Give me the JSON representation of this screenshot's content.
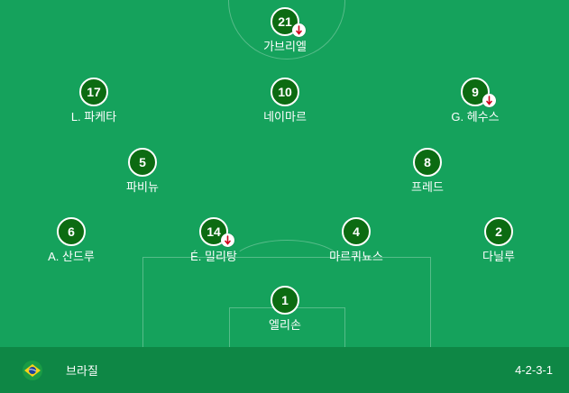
{
  "team": {
    "name": "브라질",
    "formation": "4-2-3-1",
    "flag_icon": "brazil-flag-icon"
  },
  "colors": {
    "pitch": "#15a25c",
    "footer": "#0e8745",
    "badge": "#0c6b12",
    "substitution_arrow": "#d0021b"
  },
  "players": [
    {
      "number": "21",
      "name": "가브리엘",
      "substituted": true
    },
    {
      "number": "17",
      "name": "L. 파케타",
      "substituted": false
    },
    {
      "number": "10",
      "name": "네이마르",
      "substituted": false
    },
    {
      "number": "9",
      "name": "G. 헤수스",
      "substituted": true
    },
    {
      "number": "5",
      "name": "파비뉴",
      "substituted": false
    },
    {
      "number": "8",
      "name": "프레드",
      "substituted": false
    },
    {
      "number": "6",
      "name": "A. 산드루",
      "substituted": false
    },
    {
      "number": "14",
      "name": "É. 밀리탕",
      "substituted": true
    },
    {
      "number": "4",
      "name": "마르퀴뇨스",
      "substituted": false
    },
    {
      "number": "2",
      "name": "다닐루",
      "substituted": false
    },
    {
      "number": "1",
      "name": "엘리손",
      "substituted": false
    }
  ]
}
